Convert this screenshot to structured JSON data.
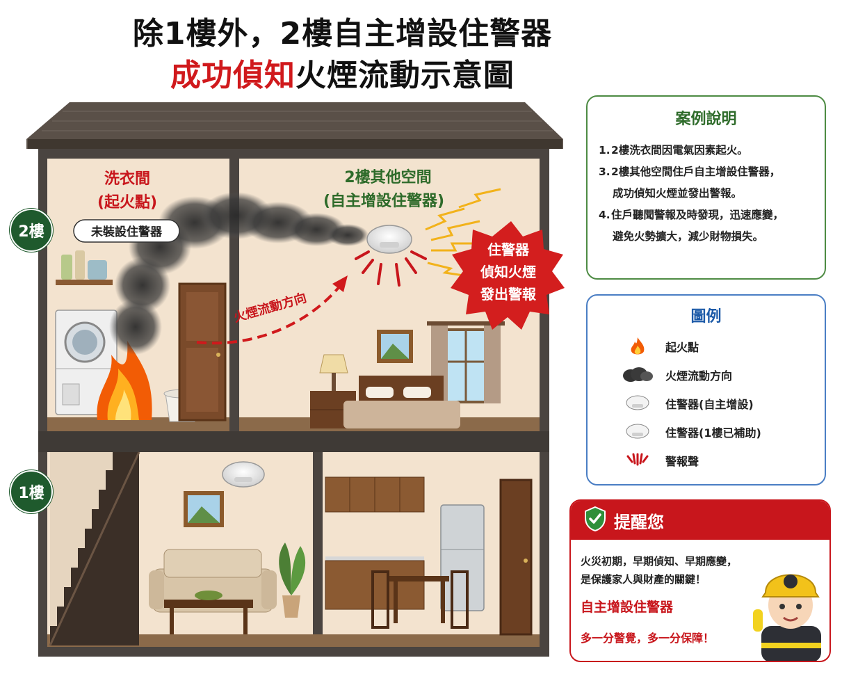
{
  "title": {
    "line1": "除1樓外，2樓自主增設住警器",
    "line2_highlight": "成功偵知",
    "line2_rest": "火煙流動示意圖"
  },
  "house": {
    "floor2_badge": "2樓",
    "floor1_badge": "1樓",
    "laundry_label": "洗衣間",
    "laundry_sublabel": "(起火點)",
    "no_alarm_tag": "未裝設住警器",
    "room2_label": "2樓其他空間",
    "room2_sublabel": "(自主增設住警器)",
    "flow_label": "火煙流動方向",
    "burst_line1": "住警器",
    "burst_line2": "偵知火煙",
    "burst_line3": "發出警報"
  },
  "case": {
    "title": "案例說明",
    "items": [
      {
        "num": "1.",
        "text": "2樓洗衣間因電氣因素起火。",
        "cont": ""
      },
      {
        "num": "3.",
        "text": "2樓其他空間住戶自主增設住警器，",
        "cont": "成功偵知火煙並發出警報。"
      },
      {
        "num": "4.",
        "text": "住戶聽聞警報及時發現，迅速應變，",
        "cont": "避免火勢擴大，減少財物損失。"
      }
    ]
  },
  "legend": {
    "title": "圖例",
    "items": [
      {
        "icon": "flame-icon",
        "label": "起火點"
      },
      {
        "icon": "smoke-icon",
        "label": "火煙流動方向"
      },
      {
        "icon": "smoke-alarm-icon",
        "label": "住警器(自主增設)"
      },
      {
        "icon": "smoke-alarm-icon",
        "label": "住警器(1樓已補助)"
      },
      {
        "icon": "alarm-sound-icon",
        "label": "警報聲"
      }
    ]
  },
  "reminder": {
    "title": "提醒您",
    "line1": "火災初期，早期偵知、早期應變，",
    "line2": "是保護家人與財產的關鍵！",
    "highlight": "自主增設住警器",
    "slogan": "多一分警覺，多一分保障！"
  },
  "colors": {
    "accent_red": "#d0191c",
    "green": "#1f5a2d",
    "blue": "#1c5aa8",
    "wall": "#f3e3cf"
  }
}
